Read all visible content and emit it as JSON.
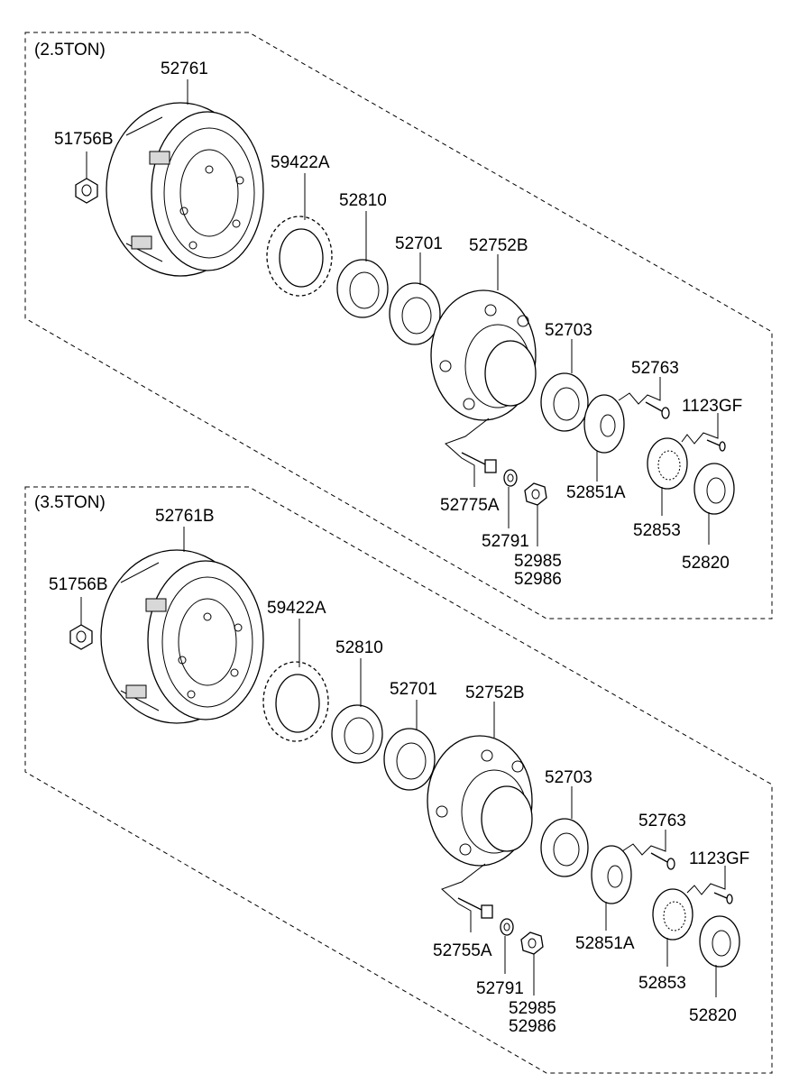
{
  "sections": [
    {
      "title": "(2.5TON)",
      "parts": [
        {
          "id": "drum",
          "label": "52761"
        },
        {
          "id": "drum-nut",
          "label": "51756B"
        },
        {
          "id": "tone-wheel",
          "label": "59422A"
        },
        {
          "id": "oil-seal",
          "label": "52810"
        },
        {
          "id": "inner-bearing",
          "label": "52701"
        },
        {
          "id": "hub",
          "label": "52752B"
        },
        {
          "id": "outer-bearing",
          "label": "52703"
        },
        {
          "id": "bolt",
          "label": "52763"
        },
        {
          "id": "screw",
          "label": "1123GF"
        },
        {
          "id": "wheel-bolt",
          "label": "52775A"
        },
        {
          "id": "washer",
          "label": "52791"
        },
        {
          "id": "nut-a",
          "label": "52985"
        },
        {
          "id": "nut-b",
          "label": "52986"
        },
        {
          "id": "plate",
          "label": "52851A"
        },
        {
          "id": "ring-plate",
          "label": "52853"
        },
        {
          "id": "cap",
          "label": "52820"
        }
      ]
    },
    {
      "title": "(3.5TON)",
      "parts": [
        {
          "id": "drum",
          "label": "52761B"
        },
        {
          "id": "drum-nut",
          "label": "51756B"
        },
        {
          "id": "tone-wheel",
          "label": "59422A"
        },
        {
          "id": "oil-seal",
          "label": "52810"
        },
        {
          "id": "inner-bearing",
          "label": "52701"
        },
        {
          "id": "hub",
          "label": "52752B"
        },
        {
          "id": "outer-bearing",
          "label": "52703"
        },
        {
          "id": "bolt",
          "label": "52763"
        },
        {
          "id": "screw",
          "label": "1123GF"
        },
        {
          "id": "wheel-bolt",
          "label": "52755A"
        },
        {
          "id": "washer",
          "label": "52791"
        },
        {
          "id": "nut-a",
          "label": "52985"
        },
        {
          "id": "nut-b",
          "label": "52986"
        },
        {
          "id": "plate",
          "label": "52851A"
        },
        {
          "id": "ring-plate",
          "label": "52853"
        },
        {
          "id": "cap",
          "label": "52820"
        }
      ]
    }
  ]
}
